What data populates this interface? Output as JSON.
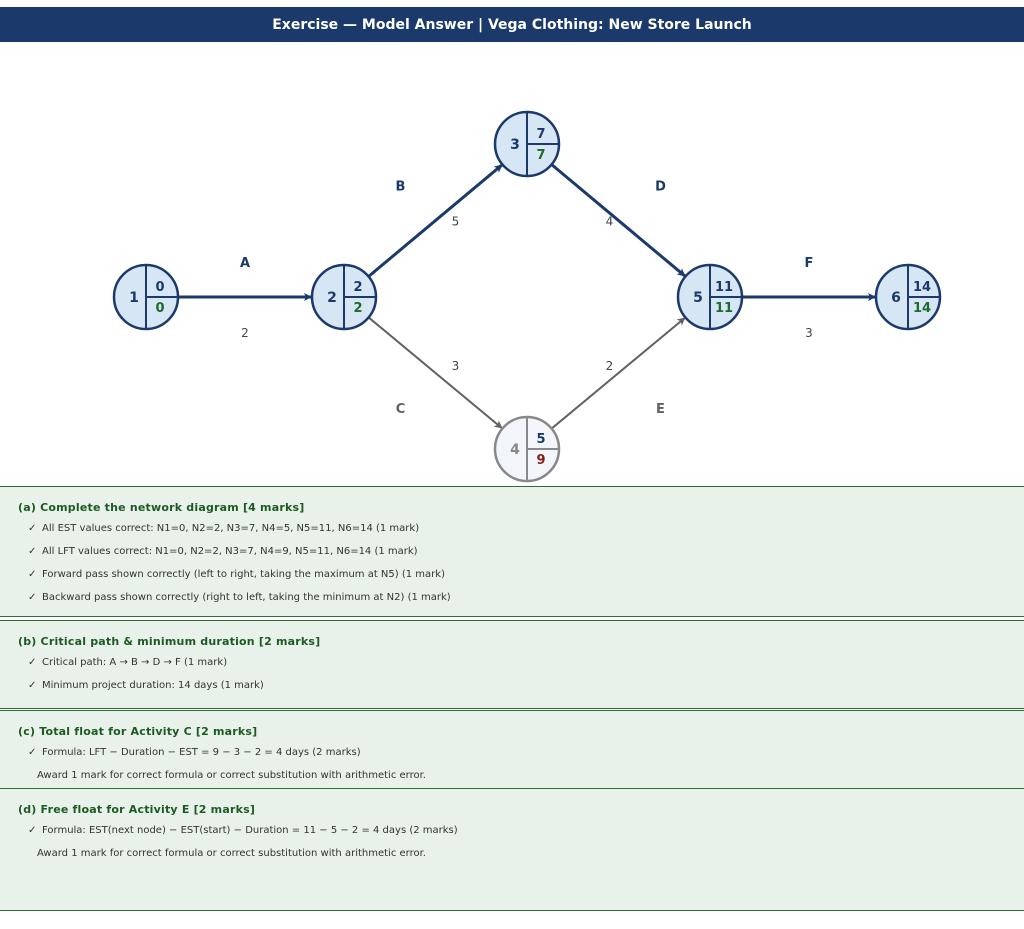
{
  "header": {
    "title": "Exercise — Model Answer  |  Vega Clothing: New Store Launch"
  },
  "colors": {
    "header_bg": "#1b3a6b",
    "critical": "#1b3a6b",
    "noncritical": "#616161",
    "node_fill": "#d6e6f5",
    "node_fill_noncritical": "#f2f5f9",
    "est_text": "#1b3a6b",
    "lft_text": "#1d6a2a",
    "lft_slack": "#8b1a1a",
    "panel_bg": "#e8f2ea"
  },
  "network": {
    "nodes": [
      {
        "id": "1",
        "est": "0",
        "lft": "0",
        "critical": true
      },
      {
        "id": "2",
        "est": "2",
        "lft": "2",
        "critical": true
      },
      {
        "id": "3",
        "est": "7",
        "lft": "7",
        "critical": true
      },
      {
        "id": "4",
        "est": "5",
        "lft": "9",
        "critical": false
      },
      {
        "id": "5",
        "est": "11",
        "lft": "11",
        "critical": true
      },
      {
        "id": "6",
        "est": "14",
        "lft": "14",
        "critical": true
      }
    ],
    "activities": [
      {
        "label": "A",
        "from": "1",
        "to": "2",
        "duration": "2",
        "critical": true
      },
      {
        "label": "B",
        "from": "2",
        "to": "3",
        "duration": "5",
        "critical": true
      },
      {
        "label": "C",
        "from": "2",
        "to": "4",
        "duration": "3",
        "critical": false
      },
      {
        "label": "D",
        "from": "3",
        "to": "5",
        "duration": "4",
        "critical": true
      },
      {
        "label": "E",
        "from": "4",
        "to": "5",
        "duration": "2",
        "critical": false
      },
      {
        "label": "F",
        "from": "5",
        "to": "6",
        "duration": "3",
        "critical": true
      }
    ]
  },
  "answers": [
    {
      "heading": "(a)  Complete the network diagram  [4 marks]",
      "items": [
        "All EST values correct: N1=0, N2=2, N3=7, N4=5, N5=11, N6=14  (1 mark)",
        "All LFT values correct: N1=0, N2=2, N3=7, N4=9, N5=11, N6=14  (1 mark)",
        "Forward pass shown correctly (left to right, taking the maximum at N5)  (1 mark)",
        "Backward pass shown correctly (right to left, taking the minimum at N2)  (1 mark)"
      ]
    },
    {
      "heading": "(b)  Critical path & minimum duration  [2 marks]",
      "items": [
        "Critical path: A → B → D → F  (1 mark)",
        "Minimum project duration: 14 days  (1 mark)"
      ]
    },
    {
      "heading": "(c)  Total float for Activity C  [2 marks]",
      "items": [
        "Formula: LFT − Duration − EST  =  9 − 3 − 2  =  4 days  (2 marks)"
      ],
      "note": "Award 1 mark for correct formula or correct substitution with arithmetic error."
    },
    {
      "heading": "(d)  Free float for Activity E  [2 marks]",
      "items": [
        "Formula: EST(next node) − EST(start) − Duration  =  11 − 5 − 2  =  4 days  (2 marks)"
      ],
      "note": "Award 1 mark for correct formula or correct substitution with arithmetic error."
    }
  ],
  "tick_symbol": "✓"
}
